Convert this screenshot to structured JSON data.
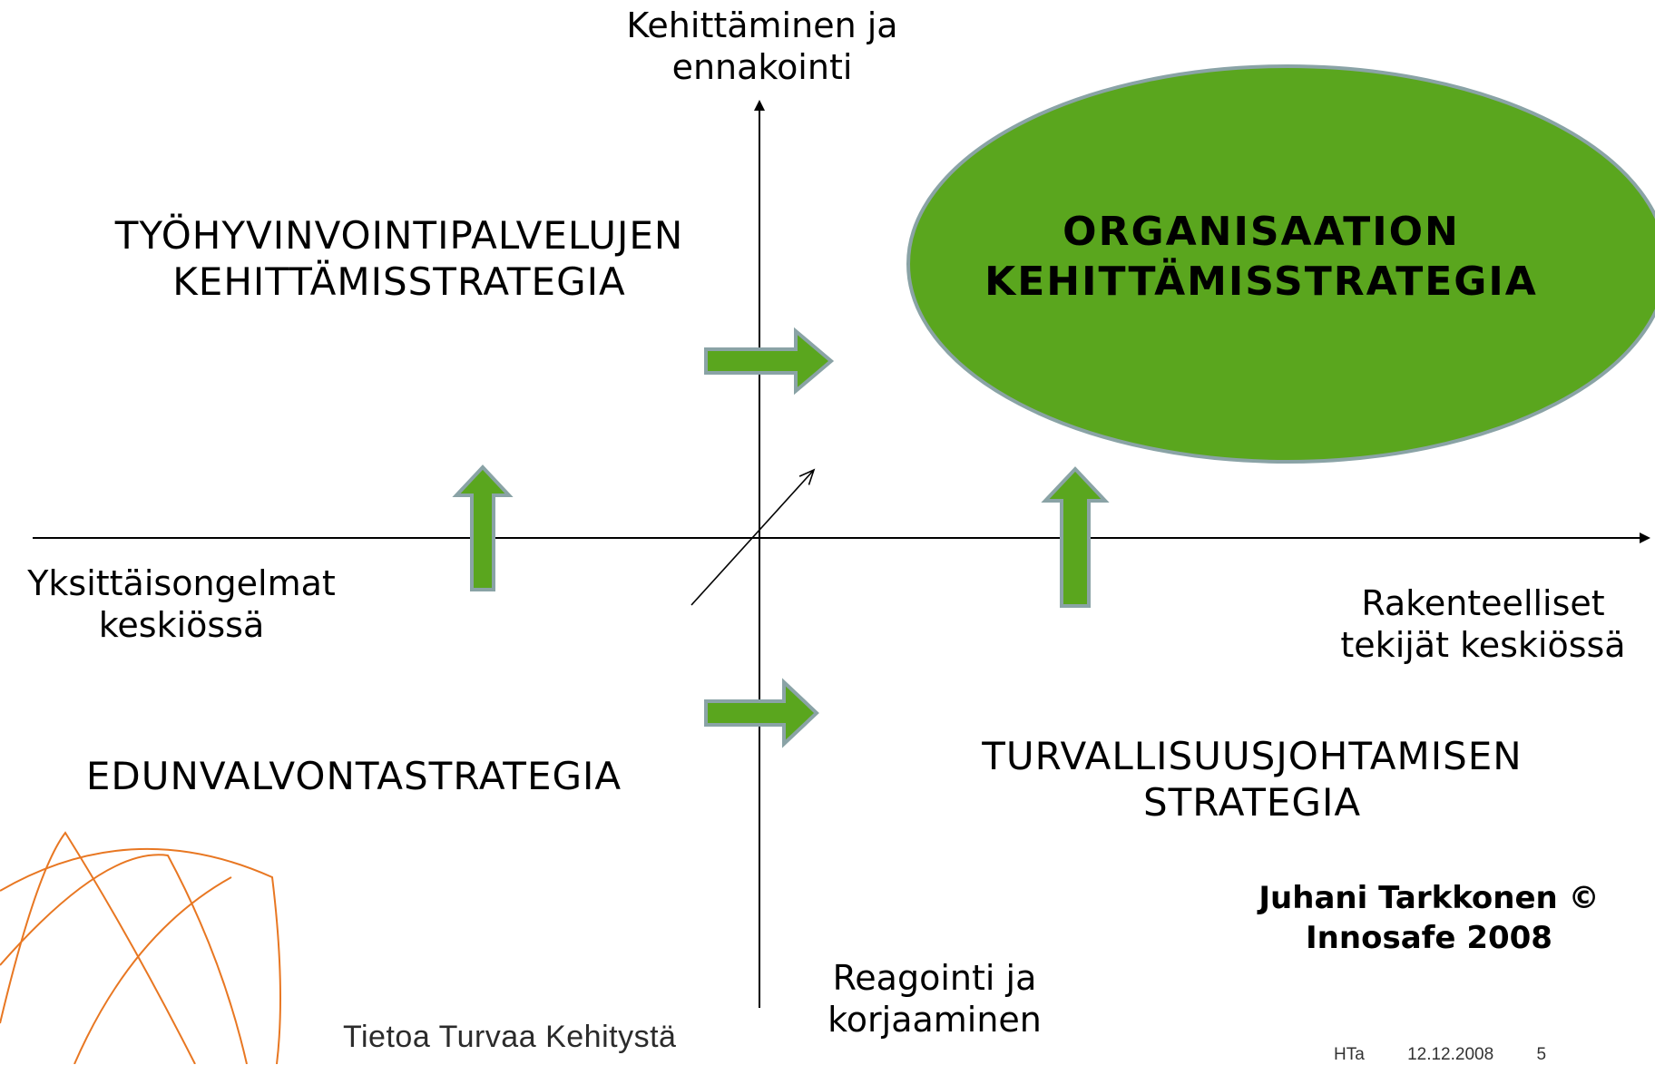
{
  "axes": {
    "top_label": "Kehittäminen ja\nennakointi",
    "bottom_label": "Reagointi ja\nkorjaaminen",
    "left_label": "Yksittäisongelmat\nkeskiössä",
    "right_label": "Rakenteelliset\ntekijät keskiössä"
  },
  "quadrants": {
    "top_left": "TYÖHYVINVOINTIPALVELUJEN\nKEHITTÄMISSTRATEGIA",
    "top_right": "ORGANISAATION\nKEHITTÄMISSTRATEGIA",
    "bottom_left": "EDUNVALVONTASTRATEGIA",
    "bottom_right": "TURVALLISUUSJOHTAMISEN\nSTRATEGIA"
  },
  "author": "Juhani Tarkkonen ©\nInnosafe 2008",
  "logo": {
    "tagline": "Tietoa Turvaa Kehitystä",
    "line_color": "#e87722"
  },
  "footer": {
    "initials": "HTa",
    "date": "12.12.2008",
    "page": "5"
  },
  "colors": {
    "ellipse_fill": "#5aa61e",
    "ellipse_border": "#8aa3a6",
    "arrow_fill": "#5aa61e",
    "arrow_border": "#8aa3a6",
    "axis": "#000000"
  }
}
